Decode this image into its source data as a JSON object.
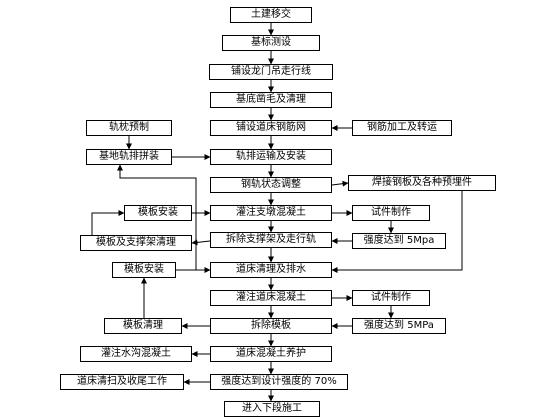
{
  "nodes": {
    "n1": "土建移交",
    "n2": "基标测设",
    "n3": "铺设龙门吊走行线",
    "n4": "基底凿毛及清理",
    "n5": "铺设道床钢筋网",
    "n6": "轨排运输及安装",
    "n7": "钢轨状态调整",
    "n8": "灌注支墩混凝土",
    "n9": "拆除支撑架及走行轨",
    "n10": "道床清理及排水",
    "n11": "灌注道床混凝土",
    "n12": "拆除模板",
    "n13": "道床混凝土养护",
    "n14": "强度达到设计强度的 70%",
    "n15": "进入下段施工",
    "r1": "钢筋加工及转运",
    "r2": "焊接钢板及各种预埋件",
    "r3": "试件制作",
    "r4": "强度达到 5Mpa",
    "r5": "试件制作",
    "r6": "强度达到 5MPa",
    "l1": "轨枕预制",
    "l2": "基地轨排拼装",
    "l3": "模板安装",
    "l4": "模板及支撑架清理",
    "l5": "模板安装",
    "l6": "模板清理",
    "l7": "灌注水沟混凝土",
    "l8": "道床清扫及收尾工作"
  }
}
